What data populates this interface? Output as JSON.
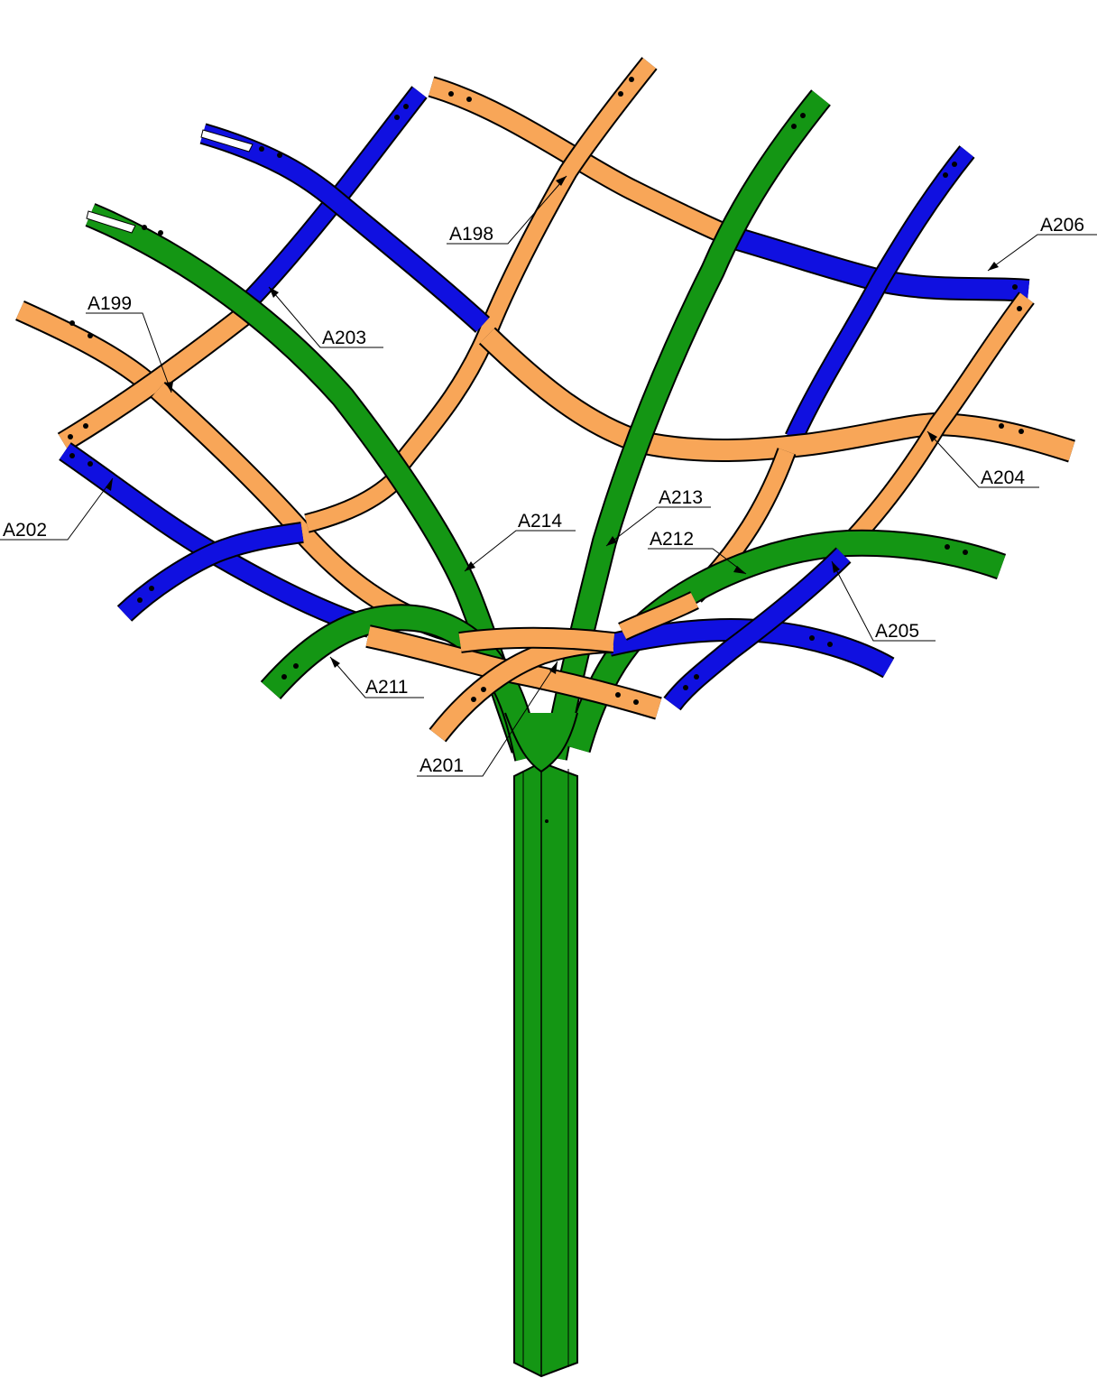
{
  "colors": {
    "orange": "#F8A658",
    "blue": "#1010E0",
    "green": "#149614",
    "outline": "#000000",
    "background": "#FFFFFF"
  },
  "labels": {
    "a198": "A198",
    "a199": "A199",
    "a201": "A201",
    "a202": "A202",
    "a203": "A203",
    "a204": "A204",
    "a205": "A205",
    "a206": "A206",
    "a211": "A211",
    "a212": "A212",
    "a213": "A213",
    "a214": "A214"
  }
}
